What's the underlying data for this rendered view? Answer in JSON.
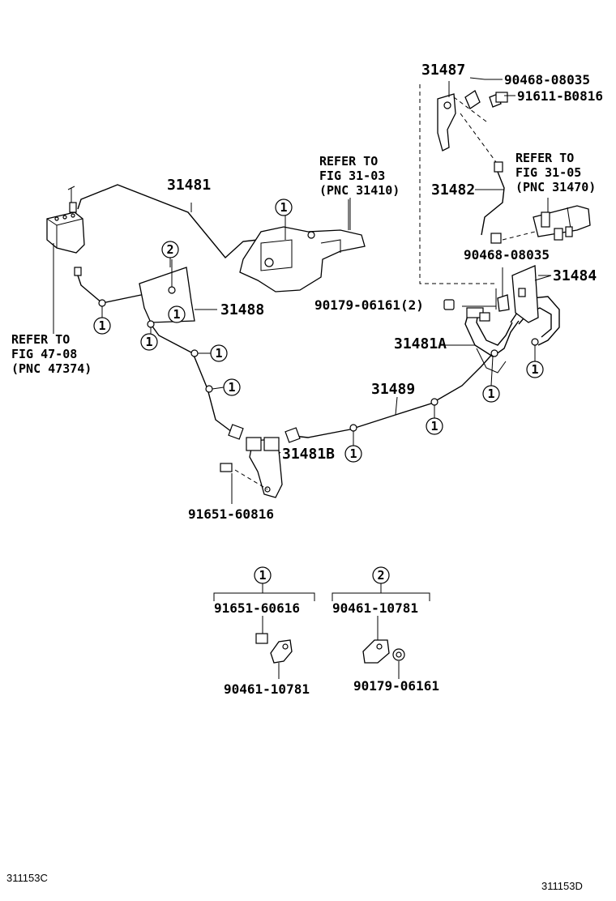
{
  "parts": {
    "p31481": "31481",
    "p31487": "31487",
    "p90468_a": "90468-08035",
    "p91611": "91611-B0816",
    "p31482": "31482",
    "p90468_b": "90468-08035",
    "p31484": "31484",
    "p90179_2": "90179-06161(2)",
    "p31481a": "31481A",
    "p31488": "31488",
    "p31489": "31489",
    "p31481b": "31481B",
    "p91651_60816": "91651-60816"
  },
  "refs": {
    "fig3103": [
      "REFER TO",
      "FIG 31-03",
      "(PNC 31410)"
    ],
    "fig3105": [
      "REFER TO",
      "FIG 31-05",
      "(PNC 31470)"
    ],
    "fig4708": [
      "REFER TO",
      "FIG 47-08",
      "(PNC 47374)"
    ]
  },
  "callout_numbers": {
    "one": "1",
    "two": "2"
  },
  "legend": {
    "group1": {
      "number": "1",
      "top_part": "91651-60616",
      "bottom_part": "90461-10781"
    },
    "group2": {
      "number": "2",
      "top_part": "90461-10781",
      "bottom_part": "90179-06161"
    }
  },
  "footer": {
    "left_code": "311153C",
    "right_code": "311153D"
  }
}
